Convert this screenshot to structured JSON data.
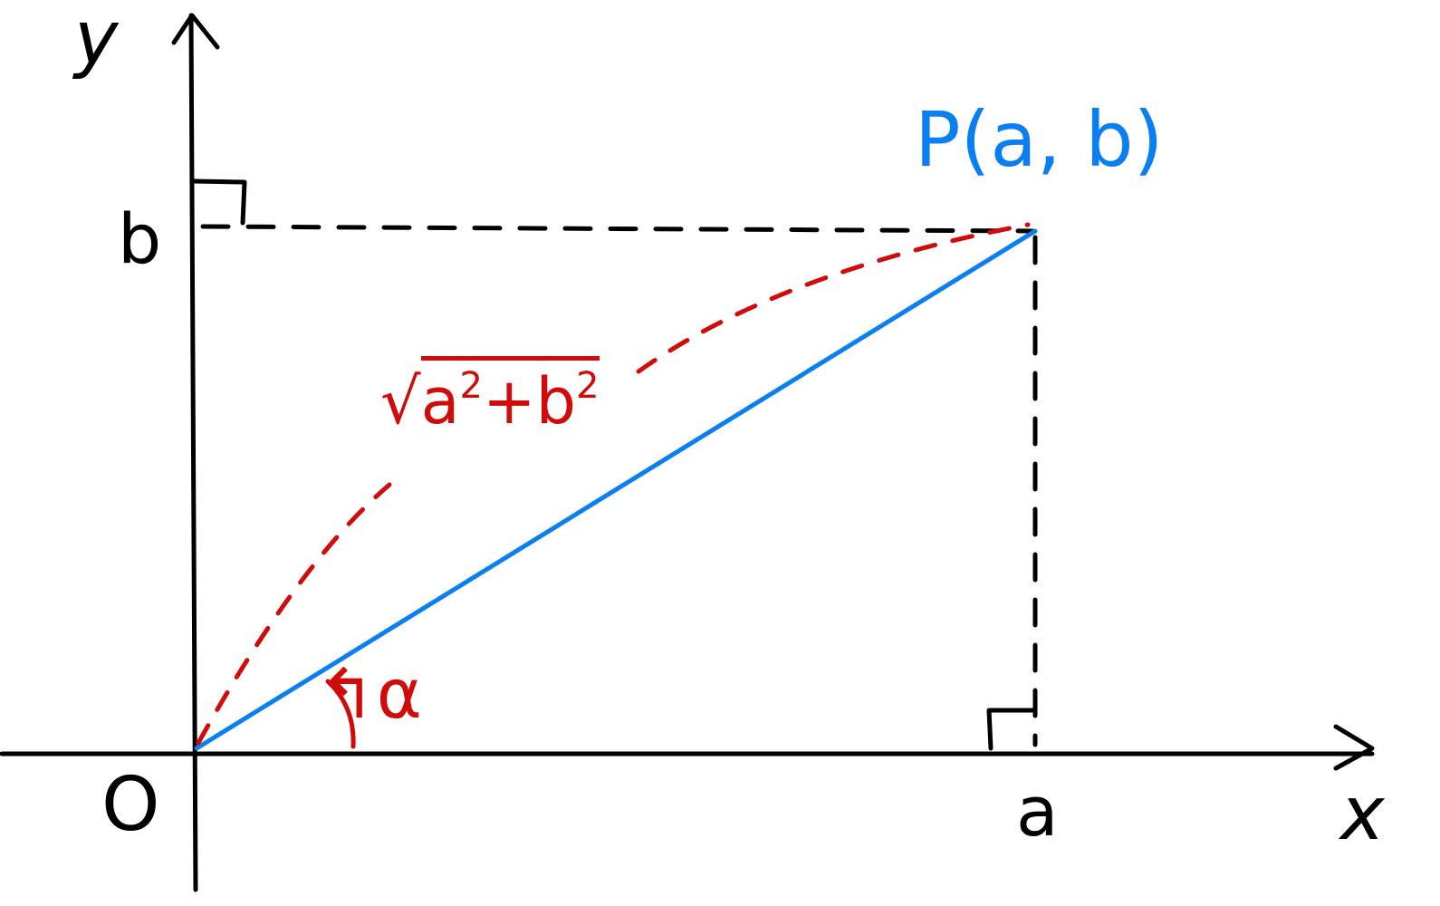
{
  "axes": {
    "x_label": "x",
    "y_label": "y"
  },
  "ticks": {
    "x_tick": "a",
    "y_tick": "b"
  },
  "origin_label": "O",
  "point_label": "P(a, b)",
  "hypotenuse_label": {
    "base_a": "a",
    "exp_a": "2",
    "plus": "+",
    "base_b": "b",
    "exp_b": "2",
    "radical": "√"
  },
  "angle_label": {
    "arrow": "↰",
    "symbol": "α"
  },
  "colors": {
    "axes": "#000000",
    "segment_op": "#0a7ff2",
    "curve_dashed": "#d10a0a",
    "guides_dashed": "#000000"
  }
}
